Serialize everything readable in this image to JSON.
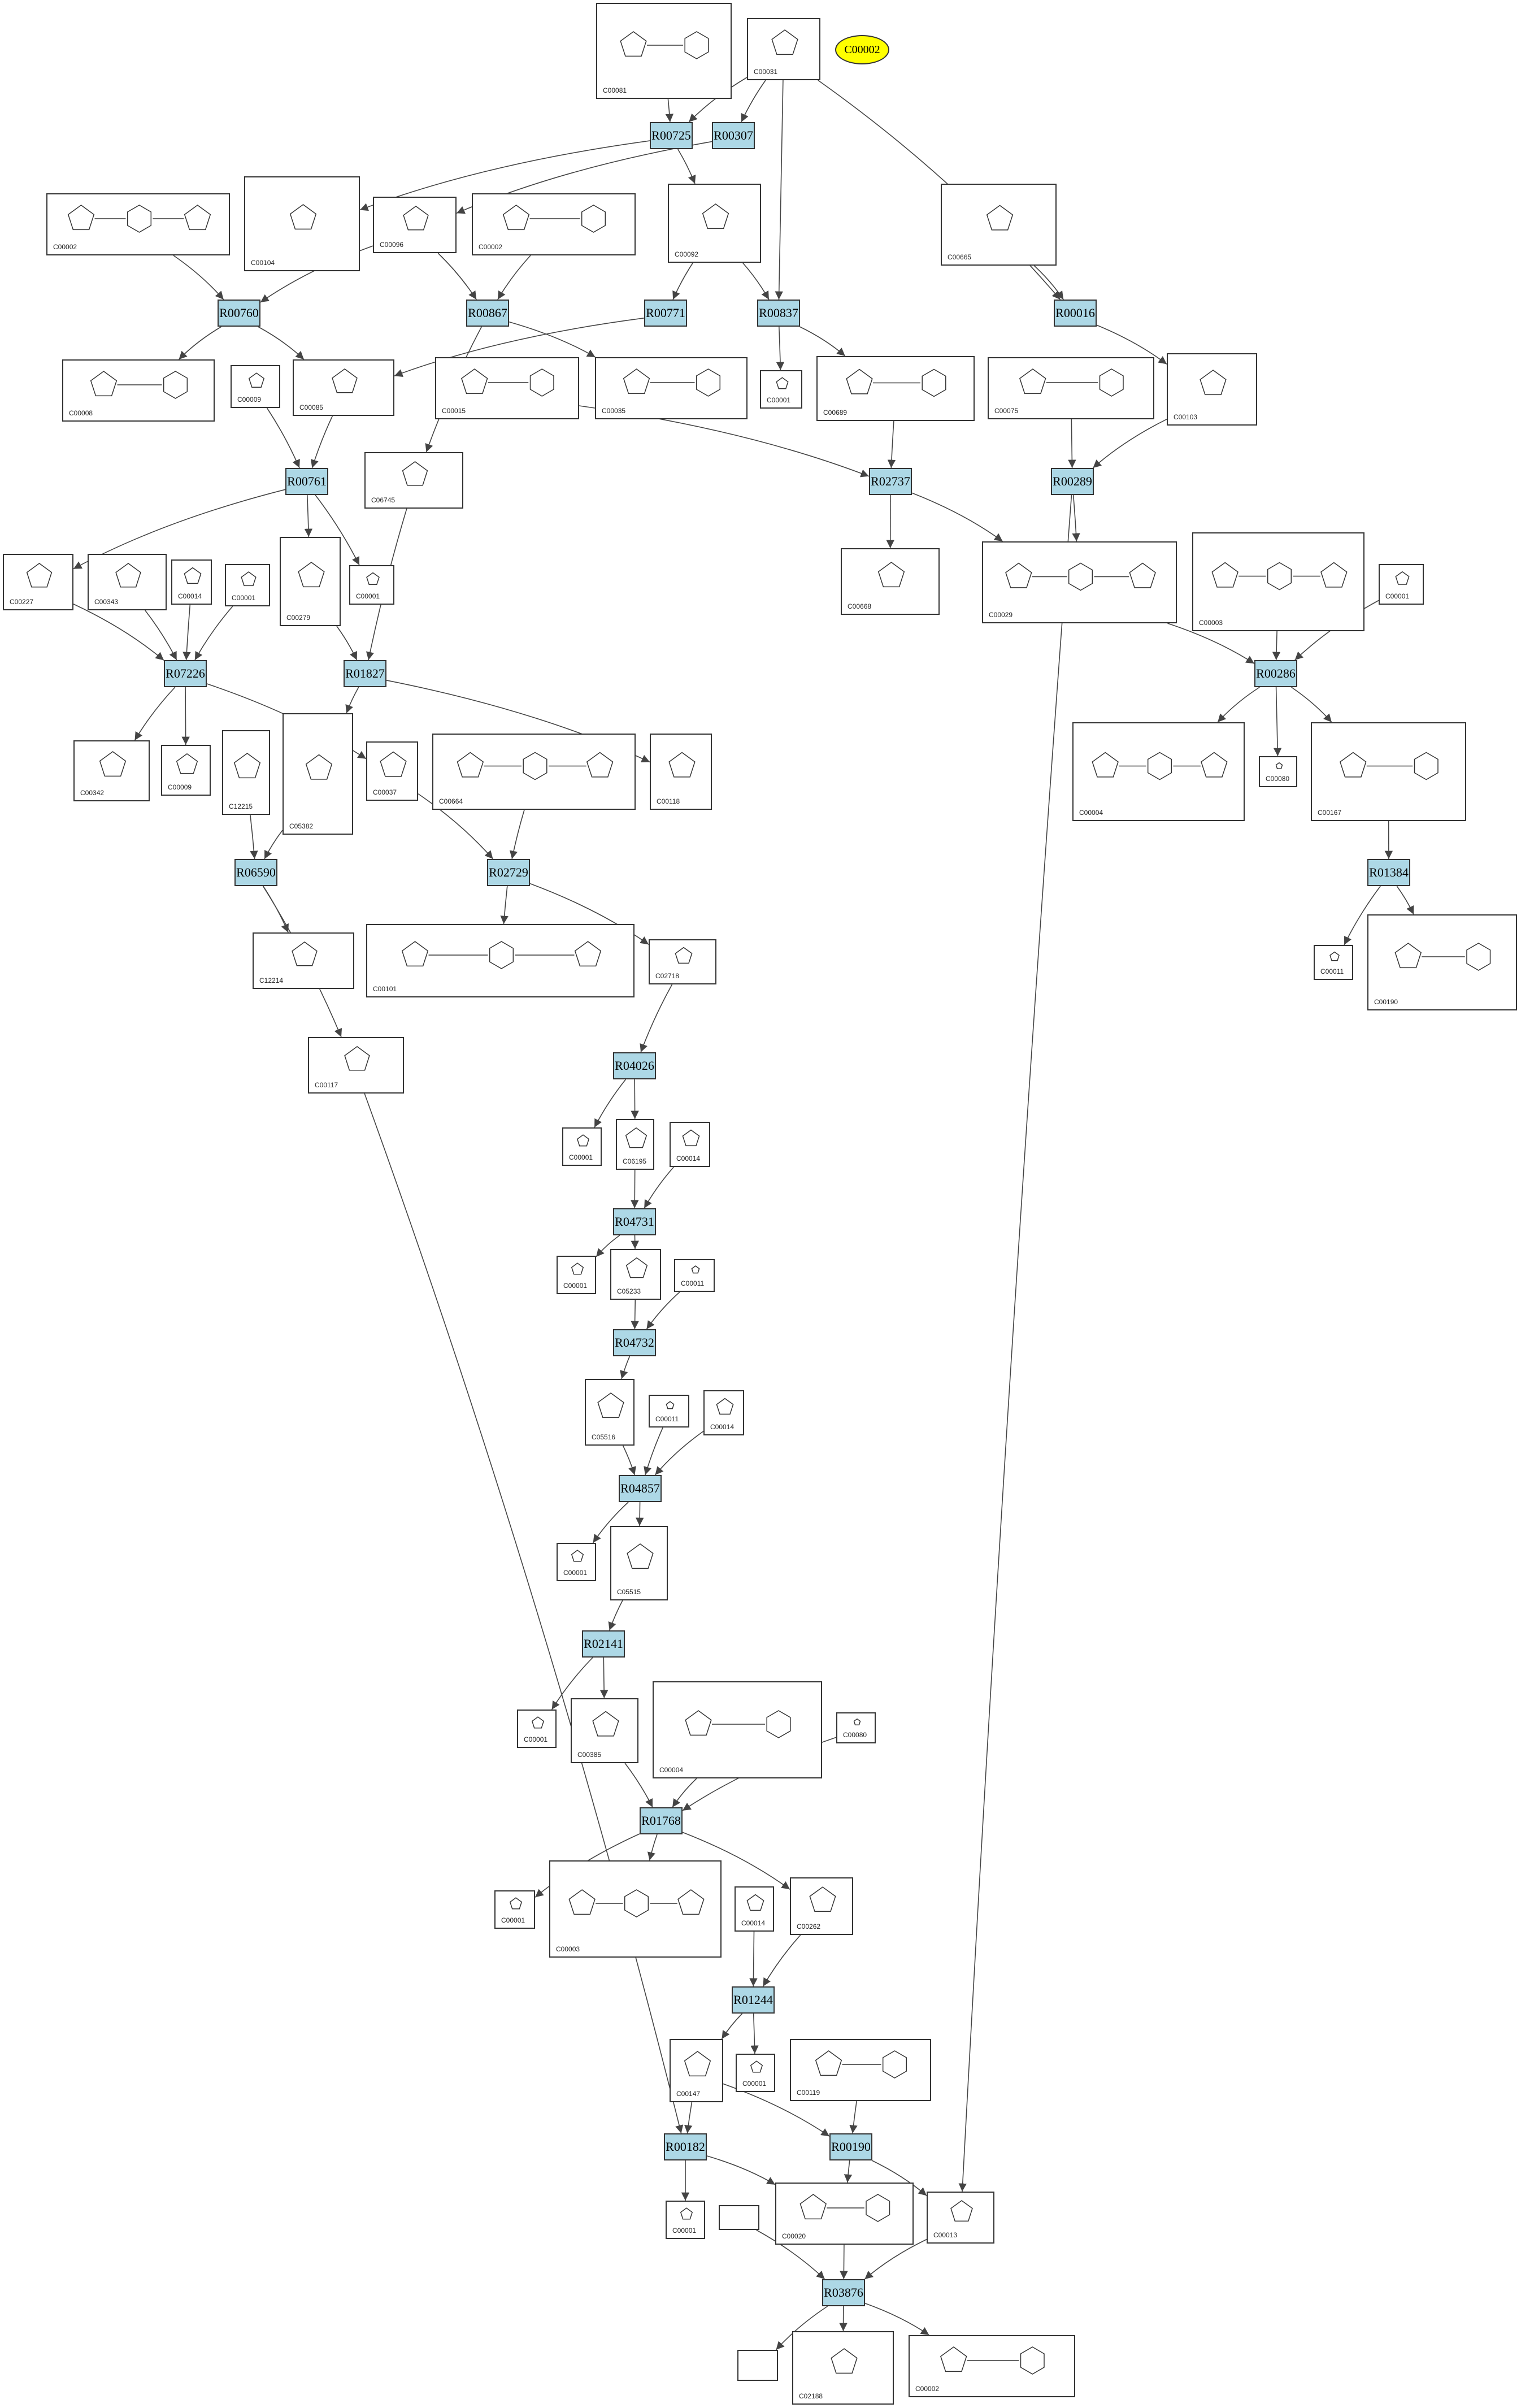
{
  "highlight_label": "C00002",
  "colors": {
    "reaction_fill": "#add8e6",
    "highlight_fill": "#ffff00",
    "edge": "#444444"
  },
  "compounds": [
    {
      "id": "c_C00081_top",
      "label": "C00081"
    },
    {
      "id": "c_C00031",
      "label": "C00031"
    },
    {
      "id": "c_C00002_a",
      "label": "C00002"
    },
    {
      "id": "c_C00104",
      "label": "C00104"
    },
    {
      "id": "c_C00096",
      "label": "C00096"
    },
    {
      "id": "c_C00002_b",
      "label": "C00002"
    },
    {
      "id": "c_C00092",
      "label": "C00092"
    },
    {
      "id": "c_C00665",
      "label": "C00665"
    },
    {
      "id": "c_C00008_a",
      "label": "C00008"
    },
    {
      "id": "c_C00009_a",
      "label": "C00009"
    },
    {
      "id": "c_C00085",
      "label": "C00085"
    },
    {
      "id": "c_C00015",
      "label": "C00015"
    },
    {
      "id": "c_C00035",
      "label": "C00035"
    },
    {
      "id": "c_C00001_a",
      "label": "C00001"
    },
    {
      "id": "c_C00689",
      "label": "C00689"
    },
    {
      "id": "c_C00075",
      "label": "C00075"
    },
    {
      "id": "c_C00103",
      "label": "C00103"
    },
    {
      "id": "c_C06745",
      "label": "C06745"
    },
    {
      "id": "c_C00227",
      "label": "C00227"
    },
    {
      "id": "c_C00343",
      "label": "C00343"
    },
    {
      "id": "c_C00014_a",
      "label": "C00014"
    },
    {
      "id": "c_C00001_b",
      "label": "C00001"
    },
    {
      "id": "c_C00279",
      "label": "C00279"
    },
    {
      "id": "c_C00001_c",
      "label": "C00001"
    },
    {
      "id": "c_C00668",
      "label": "C00668"
    },
    {
      "id": "c_C00029",
      "label": "C00029"
    },
    {
      "id": "c_C00003_a",
      "label": "C00003"
    },
    {
      "id": "c_C00001_d",
      "label": "C00001"
    },
    {
      "id": "c_C00342",
      "label": "C00342"
    },
    {
      "id": "c_C00009_b",
      "label": "C00009"
    },
    {
      "id": "c_C12215",
      "label": "C12215"
    },
    {
      "id": "c_C05382",
      "label": "C05382"
    },
    {
      "id": "c_C00037",
      "label": "C00037"
    },
    {
      "id": "c_C00664",
      "label": "C00664"
    },
    {
      "id": "c_C00118",
      "label": "C00118"
    },
    {
      "id": "c_C00004_a",
      "label": "C00004"
    },
    {
      "id": "c_C00080_a",
      "label": "C00080"
    },
    {
      "id": "c_C00167",
      "label": "C00167"
    },
    {
      "id": "c_C12214",
      "label": "C12214"
    },
    {
      "id": "c_C00101",
      "label": "C00101"
    },
    {
      "id": "c_C02718",
      "label": "C02718"
    },
    {
      "id": "c_C00011_a",
      "label": "C00011"
    },
    {
      "id": "c_C00190",
      "label": "C00190"
    },
    {
      "id": "c_C00117",
      "label": "C00117"
    },
    {
      "id": "c_C00001_e",
      "label": "C00001"
    },
    {
      "id": "c_C06195",
      "label": "C06195"
    },
    {
      "id": "c_C00014_b",
      "label": "C00014"
    },
    {
      "id": "c_C00001_f",
      "label": "C00001"
    },
    {
      "id": "c_C05233",
      "label": "C05233"
    },
    {
      "id": "c_C00011_b",
      "label": "C00011"
    },
    {
      "id": "c_C05516",
      "label": "C05516"
    },
    {
      "id": "c_C00011_c",
      "label": "C00011"
    },
    {
      "id": "c_C00014_c",
      "label": "C00014"
    },
    {
      "id": "c_C00001_g",
      "label": "C00001"
    },
    {
      "id": "c_C05515",
      "label": "C05515"
    },
    {
      "id": "c_C00001_h",
      "label": "C00001"
    },
    {
      "id": "c_C00385",
      "label": "C00385"
    },
    {
      "id": "c_C00004_b",
      "label": "C00004"
    },
    {
      "id": "c_C00080_b",
      "label": "C00080"
    },
    {
      "id": "c_C00001_i",
      "label": "C00001"
    },
    {
      "id": "c_C00003_b",
      "label": "C00003"
    },
    {
      "id": "c_C00014_d",
      "label": "C00014"
    },
    {
      "id": "c_C00262",
      "label": "C00262"
    },
    {
      "id": "c_C00147",
      "label": "C00147"
    },
    {
      "id": "c_C00001_j",
      "label": "C00001"
    },
    {
      "id": "c_C00119",
      "label": "C00119"
    },
    {
      "id": "c_C00001_k",
      "label": "C00001"
    },
    {
      "id": "c_blank_a",
      "label": ""
    },
    {
      "id": "c_C00020",
      "label": "C00020"
    },
    {
      "id": "c_C00013",
      "label": "C00013"
    },
    {
      "id": "c_blank_b",
      "label": ""
    },
    {
      "id": "c_C02188",
      "label": "C02188"
    },
    {
      "id": "c_C00002_c",
      "label": "C00002"
    }
  ],
  "reactions": [
    {
      "id": "R00725",
      "label": "R00725"
    },
    {
      "id": "R00307",
      "label": "R00307"
    },
    {
      "id": "R00760",
      "label": "R00760"
    },
    {
      "id": "R00867",
      "label": "R00867"
    },
    {
      "id": "R00771",
      "label": "R00771"
    },
    {
      "id": "R00837",
      "label": "R00837"
    },
    {
      "id": "R00016",
      "label": "R00016"
    },
    {
      "id": "R00761",
      "label": "R00761"
    },
    {
      "id": "R02737",
      "label": "R02737"
    },
    {
      "id": "R00289",
      "label": "R00289"
    },
    {
      "id": "R07226",
      "label": "R07226"
    },
    {
      "id": "R01827",
      "label": "R01827"
    },
    {
      "id": "R00286",
      "label": "R00286"
    },
    {
      "id": "R06590",
      "label": "R06590"
    },
    {
      "id": "R02729",
      "label": "R02729"
    },
    {
      "id": "R01384",
      "label": "R01384"
    },
    {
      "id": "R04026",
      "label": "R04026"
    },
    {
      "id": "R04731",
      "label": "R04731"
    },
    {
      "id": "R04732",
      "label": "R04732"
    },
    {
      "id": "R04857",
      "label": "R04857"
    },
    {
      "id": "R02141",
      "label": "R02141"
    },
    {
      "id": "R01768",
      "label": "R01768"
    },
    {
      "id": "R01244",
      "label": "R01244"
    },
    {
      "id": "R00182",
      "label": "R00182"
    },
    {
      "id": "R00190",
      "label": "R00190"
    },
    {
      "id": "R03876",
      "label": "R03876"
    }
  ],
  "edges": [
    [
      "c_C00081_top",
      "R00725"
    ],
    [
      "c_C00031",
      "R00725"
    ],
    [
      "c_C00031",
      "R00307"
    ],
    [
      "c_C00031",
      "R00837"
    ],
    [
      "c_C00031",
      "R00016"
    ],
    [
      "R00725",
      "c_C00104"
    ],
    [
      "R00307",
      "c_C00096"
    ],
    [
      "R00725",
      "c_C00092"
    ],
    [
      "c_C00002_a",
      "R00760"
    ],
    [
      "c_C00096",
      "R00760"
    ],
    [
      "c_C00096",
      "R00867"
    ],
    [
      "c_C00002_b",
      "R00867"
    ],
    [
      "c_C00092",
      "R00771"
    ],
    [
      "c_C00092",
      "R00837"
    ],
    [
      "c_C00665",
      "R00016"
    ],
    [
      "R00760",
      "c_C00008_a"
    ],
    [
      "R00760",
      "c_C00085"
    ],
    [
      "R00867",
      "c_C00035"
    ],
    [
      "R00867",
      "c_C06745"
    ],
    [
      "R00771",
      "c_C00085"
    ],
    [
      "R00837",
      "c_C00001_a"
    ],
    [
      "R00837",
      "c_C00689"
    ],
    [
      "R00016",
      "c_C00103"
    ],
    [
      "c_C00009_a",
      "R00761"
    ],
    [
      "c_C00085",
      "R00761"
    ],
    [
      "c_C00015",
      "R02737"
    ],
    [
      "c_C00689",
      "R02737"
    ],
    [
      "c_C00075",
      "R00289"
    ],
    [
      "c_C00103",
      "R00289"
    ],
    [
      "R00761",
      "c_C00227"
    ],
    [
      "R00761",
      "c_C00279"
    ],
    [
      "R00761",
      "c_C00001_c"
    ],
    [
      "R02737",
      "c_C00668"
    ],
    [
      "R02737",
      "c_C00029"
    ],
    [
      "R00289",
      "c_C00029"
    ],
    [
      "R00289",
      "c_C00013"
    ],
    [
      "c_C00227",
      "R07226"
    ],
    [
      "c_C00343",
      "R07226"
    ],
    [
      "c_C00014_a",
      "R07226"
    ],
    [
      "c_C00001_b",
      "R07226"
    ],
    [
      "c_C00279",
      "R01827"
    ],
    [
      "c_C06745",
      "R01827"
    ],
    [
      "c_C00029",
      "R00286"
    ],
    [
      "c_C00003_a",
      "R00286"
    ],
    [
      "c_C00001_d",
      "R00286"
    ],
    [
      "R07226",
      "c_C00342"
    ],
    [
      "R07226",
      "c_C00009_b"
    ],
    [
      "R07226",
      "c_C00037"
    ],
    [
      "R01827",
      "c_C05382"
    ],
    [
      "R01827",
      "c_C00118"
    ],
    [
      "R00286",
      "c_C00004_a"
    ],
    [
      "R00286",
      "c_C00080_a"
    ],
    [
      "R00286",
      "c_C00167"
    ],
    [
      "c_C12215",
      "R06590"
    ],
    [
      "c_C05382",
      "R06590"
    ],
    [
      "c_C00037",
      "R02729"
    ],
    [
      "c_C00664",
      "R02729"
    ],
    [
      "c_C00167",
      "R01384"
    ],
    [
      "R06590",
      "c_C12214"
    ],
    [
      "R06590",
      "c_C00117"
    ],
    [
      "R02729",
      "c_C00101"
    ],
    [
      "R02729",
      "c_C02718"
    ],
    [
      "R01384",
      "c_C00011_a"
    ],
    [
      "R01384",
      "c_C00190"
    ],
    [
      "c_C02718",
      "R04026"
    ],
    [
      "R04026",
      "c_C00001_e"
    ],
    [
      "R04026",
      "c_C06195"
    ],
    [
      "c_C06195",
      "R04731"
    ],
    [
      "c_C00014_b",
      "R04731"
    ],
    [
      "R04731",
      "c_C00001_f"
    ],
    [
      "R04731",
      "c_C05233"
    ],
    [
      "c_C05233",
      "R04732"
    ],
    [
      "c_C00011_b",
      "R04732"
    ],
    [
      "R04732",
      "c_C05516"
    ],
    [
      "c_C05516",
      "R04857"
    ],
    [
      "c_C00011_c",
      "R04857"
    ],
    [
      "c_C00014_c",
      "R04857"
    ],
    [
      "R04857",
      "c_C00001_g"
    ],
    [
      "R04857",
      "c_C05515"
    ],
    [
      "c_C05515",
      "R02141"
    ],
    [
      "R02141",
      "c_C00001_h"
    ],
    [
      "R02141",
      "c_C00385"
    ],
    [
      "c_C00385",
      "R01768"
    ],
    [
      "c_C00004_b",
      "R01768"
    ],
    [
      "c_C00080_b",
      "R01768"
    ],
    [
      "R01768",
      "c_C00001_i"
    ],
    [
      "R01768",
      "c_C00003_b"
    ],
    [
      "R01768",
      "c_C00262"
    ],
    [
      "c_C00262",
      "R01244"
    ],
    [
      "c_C00014_d",
      "R01244"
    ],
    [
      "R01244",
      "c_C00147"
    ],
    [
      "R01244",
      "c_C00001_j"
    ],
    [
      "c_C00147",
      "R00182"
    ],
    [
      "c_C00117",
      "R00182"
    ],
    [
      "c_C00147",
      "R00190"
    ],
    [
      "c_C00119",
      "R00190"
    ],
    [
      "R00182",
      "c_C00001_k"
    ],
    [
      "R00182",
      "c_C00020"
    ],
    [
      "R00190",
      "c_C00020"
    ],
    [
      "R00190",
      "c_C00013"
    ],
    [
      "c_C00020",
      "R03876"
    ],
    [
      "c_blank_a",
      "R03876"
    ],
    [
      "c_C00013",
      "R03876"
    ],
    [
      "R03876",
      "c_blank_b"
    ],
    [
      "R03876",
      "c_C02188"
    ],
    [
      "R03876",
      "c_C00002_c"
    ]
  ]
}
